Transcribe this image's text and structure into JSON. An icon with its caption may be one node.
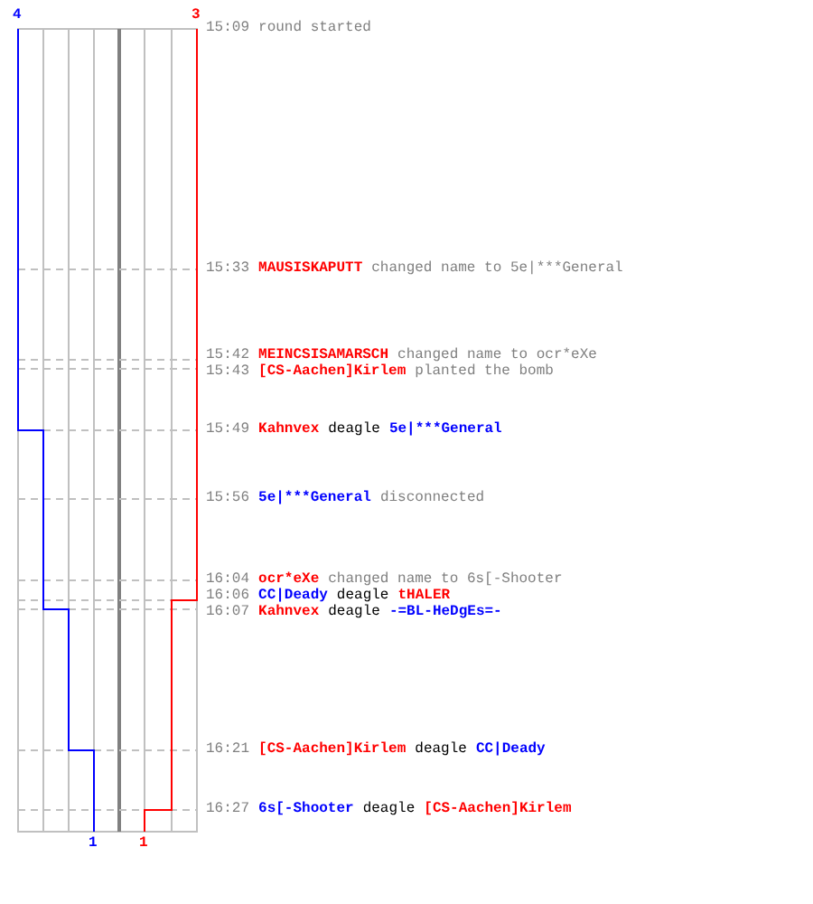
{
  "diagram": {
    "labels": [
      "4",
      "3",
      "15:09",
      "round started",
      "15:33",
      "MAUSISKAPUTT",
      "changed name to 5e|***General",
      "15:42",
      "MEINCSISAMARSCH",
      "changed name to ocr*eXe",
      "15:43",
      "[CS-Aachen]Kirlem",
      "planted the bomb",
      "15:49",
      "Kahnvex",
      "deagle",
      "5e|***General",
      "15:56",
      "5e|***General",
      "disconnected",
      "16:04",
      "ocr*eXe",
      "changed name to 6s[-Shooter",
      "16:06",
      "CC|Deady",
      "deagle",
      "tHALER",
      "16:07",
      "Kahnvex",
      "deagle",
      "-=BL-HeDgEs=-",
      "16:21",
      "[CS-Aachen]Kirlem",
      "deagle",
      "CC|Deady",
      "16:27",
      "6s[-Shooter",
      "deagle",
      "[CS-Aachen]Kirlem",
      "1",
      "1"
    ]
  }
}
